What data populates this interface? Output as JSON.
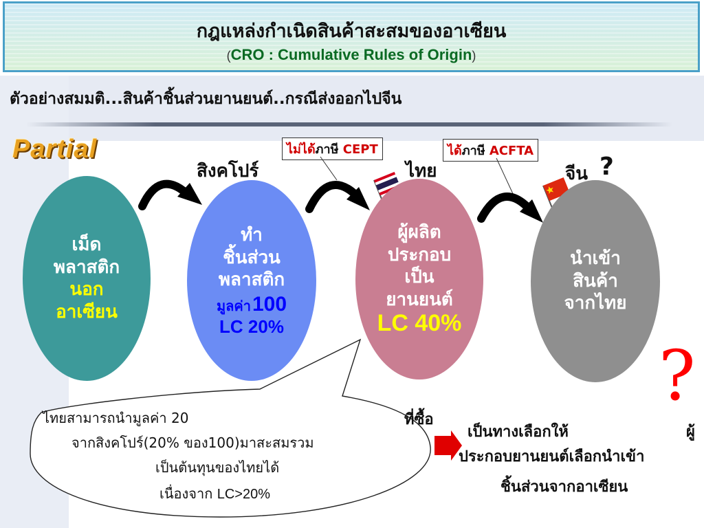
{
  "title": {
    "main": "กฎแหล่งกำเนิดสินค้าสะสมของอาเซียน",
    "sub_open": "(",
    "sub": "CRO : Cumulative Rules of Origin",
    "sub_close": ")"
  },
  "subtitle": "ตัวอย่างสมมติ...สินค้าชิ้นส่วนยานยนต์..กรณีส่งออกไปจีน",
  "badge": "Partial",
  "countries": {
    "singapore": "สิงคโปร์",
    "thailand": "ไทย",
    "china": "จีน",
    "china_question": "?"
  },
  "callouts": {
    "cept_prefix": "ไม่ได้",
    "cept_mid": "ภาษี ",
    "cept_code": "CEPT",
    "acfta_prefix": "ได้",
    "acfta_mid": "ภาษี ",
    "acfta_code": "ACFTA"
  },
  "ellipses": {
    "e1": {
      "line1": "เม็ด",
      "line2": "พลาสติก",
      "line3": "นอก",
      "line4": "อาเซียน"
    },
    "e2": {
      "line1": "ทำ",
      "line2": "ชิ้นส่วน",
      "line3": "พลาสติก",
      "value_label": "มูลค่า",
      "value_num": "100",
      "lc": "LC 20%"
    },
    "e3": {
      "line1": "ผู้ผลิต",
      "line2": "ประกอบ",
      "line3": "เป็น",
      "line4": "ยานยนต์",
      "lc": "LC 40%"
    },
    "e4": {
      "line1": "นำเข้า",
      "line2": "สินค้า",
      "line3": "จากไทย"
    }
  },
  "note": {
    "line1": "ไทยสามารถนำมูลค่า 20",
    "line2": "จากสิงคโปร์(20% ของ100)มาสะสมรวม",
    "line3": "เป็นต้นทุนของไทยได้",
    "line4_prefix": "เนื่องจาก ",
    "line4_latin": "LC>20%"
  },
  "result": {
    "buy": "ที่ซื้อ",
    "line1": "เป็นทางเลือกให้",
    "line1_cut": "ผู้",
    "line2": "ประกอบยานยนต์เลือกนำเข้า",
    "line3": "ชิ้นส่วนจากอาเซียน"
  },
  "big_question": "?",
  "colors": {
    "ellipse_outside": "#3d9a9a",
    "ellipse_singapore": "#6b8cf4",
    "ellipse_thailand": "#c97e92",
    "ellipse_china": "#8f8f8f",
    "highlight_yellow": "#ffff00",
    "lc_blue": "#0000ff",
    "red": "#ff0000"
  }
}
